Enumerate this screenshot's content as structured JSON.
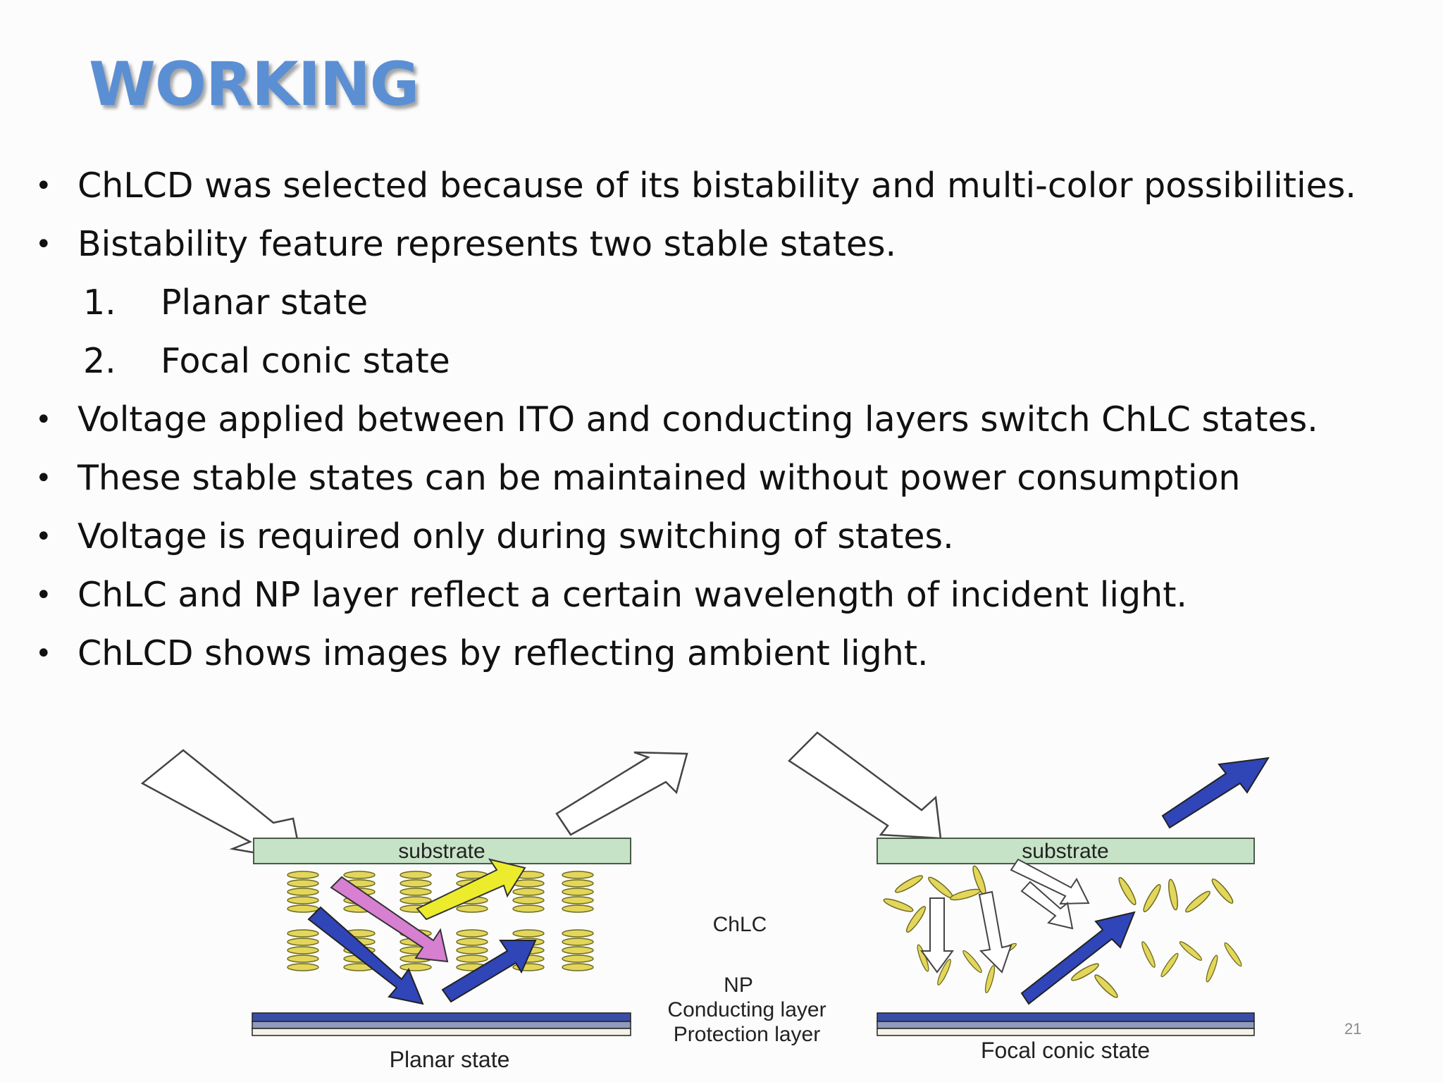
{
  "slide": {
    "title": "WORKING",
    "page_number": "21",
    "bullets": [
      {
        "marker": "•",
        "text": "ChLCD was selected because of its bistability and multi-color possibilities."
      },
      {
        "marker": "•",
        "text": "Bistability feature represents two stable states."
      },
      {
        "marker": "1.",
        "text": "Planar state"
      },
      {
        "marker": "2.",
        "text": "Focal conic state"
      },
      {
        "marker": "•",
        "text": "Voltage applied between ITO and conducting layers switch ChLC  states."
      },
      {
        "marker": "•",
        "text": "These stable states can be maintained without power consumption"
      },
      {
        "marker": "•",
        "text": "Voltage is required only during switching of states."
      },
      {
        "marker": "•",
        "text": "ChLC and NP layer reflect a certain wavelength of incident light."
      },
      {
        "marker": "•",
        "text": "ChLCD shows images by reflecting ambient light."
      }
    ]
  },
  "figure": {
    "substrate_left": "substrate",
    "substrate_right": "substrate",
    "chlc": "ChLC",
    "np": "NP",
    "conducting": "Conducting layer",
    "protection": "Protection layer",
    "caption_left": "Planar state",
    "caption_right": "Focal conic state",
    "colors": {
      "substrate": "#c7e3c7",
      "np_layer": "#3b4ea6",
      "lc_molecule": "#e3d65a",
      "blue_arrow": "#2f45b8",
      "pink_arrow": "#d77fd0",
      "yellow_arrow": "#ecec2c"
    }
  }
}
